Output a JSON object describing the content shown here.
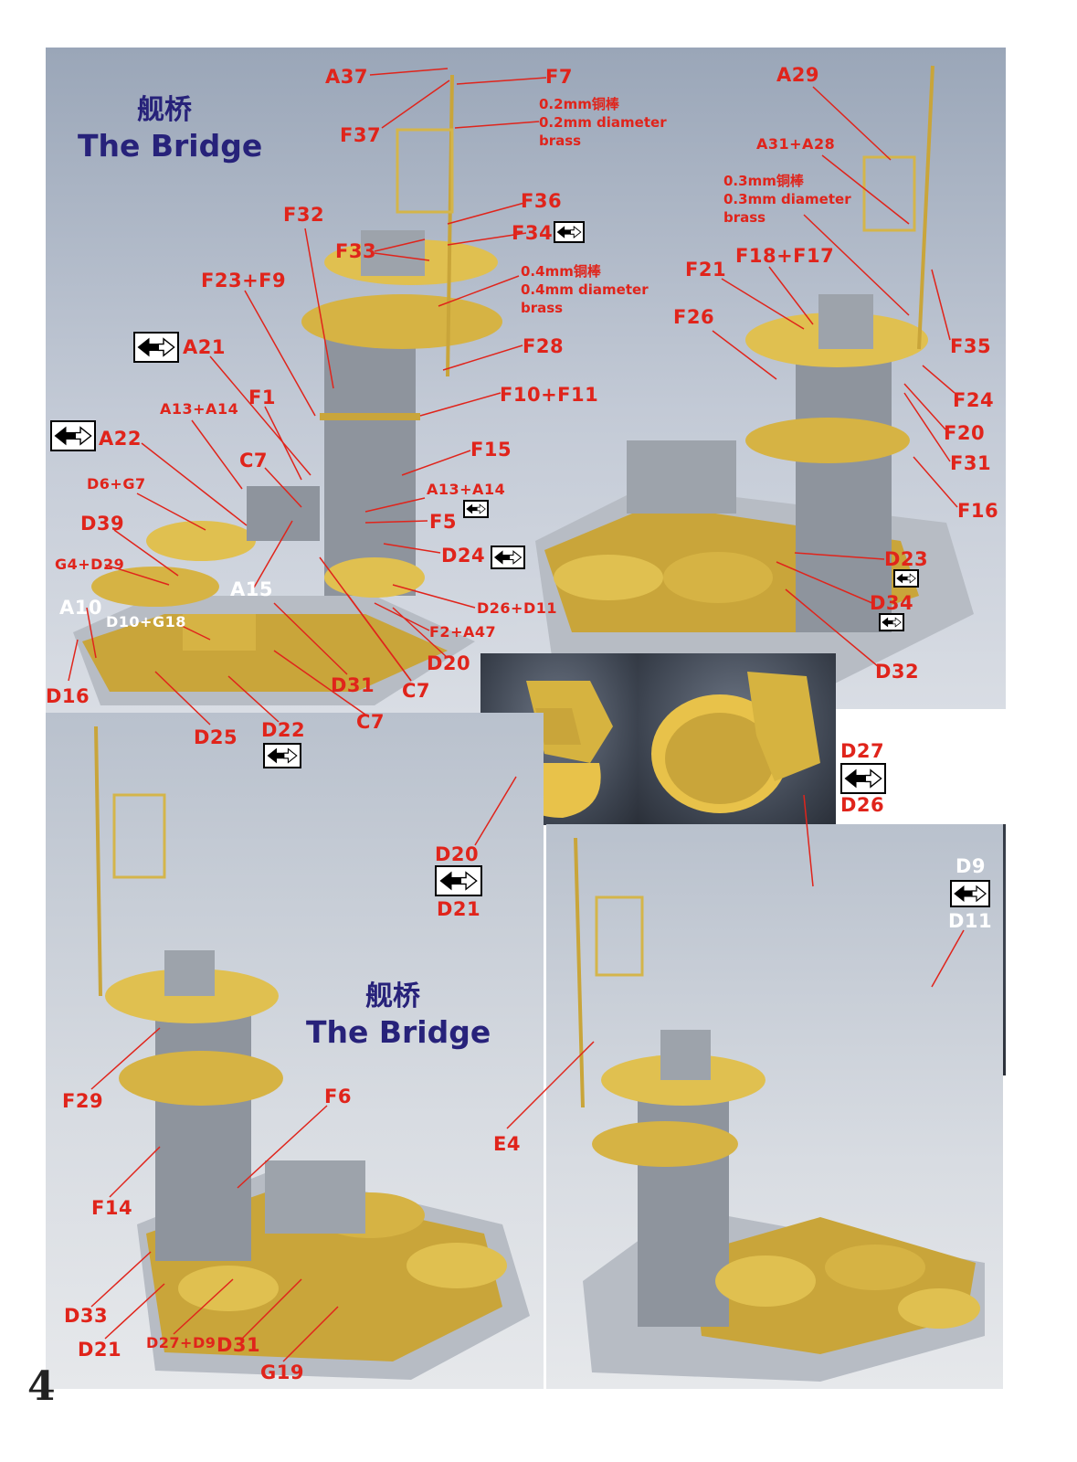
{
  "page_number": "4",
  "titles": {
    "top": {
      "cn": "舰桥",
      "en": "The Bridge"
    },
    "bottom": {
      "cn": "舰桥",
      "en": "The Bridge"
    }
  },
  "notes": {
    "rod_02": [
      "0.2mm铜棒",
      "0.2mm diameter",
      "brass"
    ],
    "rod_04": [
      "0.4mm铜棒",
      "0.4mm diameter",
      "brass"
    ],
    "rod_03": [
      "0.3mm铜棒",
      "0.3mm diameter",
      "brass"
    ]
  },
  "labels": {
    "a37": "A37",
    "f7": "F7",
    "f37": "F37",
    "f32": "F32",
    "f36": "F36",
    "f33": "F33",
    "f34": "F34",
    "f23f9": "F23+F9",
    "a21": "A21",
    "f28": "F28",
    "f1": "F1",
    "a13a14_l": "A13+A14",
    "f10f11": "F10+F11",
    "a22": "A22",
    "c7_a": "C7",
    "f15": "F15",
    "d6g7": "D6+G7",
    "a13a14_r": "A13+A14",
    "d39": "D39",
    "f5": "F5",
    "g4d29": "G4+D29",
    "d24": "D24",
    "a15": "A15",
    "a10": "A10",
    "d10g18": "D10+G18",
    "d26d11": "D26+D11",
    "f2a47": "F2+A47",
    "d20_a": "D20",
    "d16": "D16",
    "d31_a": "D31",
    "c7_b": "C7",
    "d25": "D25",
    "d22": "D22",
    "c7_c": "C7",
    "a29": "A29",
    "a31a28": "A31+A28",
    "f21": "F21",
    "f18f17": "F18+F17",
    "f26": "F26",
    "f35": "F35",
    "f24": "F24",
    "f20": "F20",
    "f31": "F31",
    "f16": "F16",
    "d23": "D23",
    "d34": "D34",
    "d32": "D32",
    "d27": "D27",
    "d26": "D26",
    "d20_b": "D20",
    "d21_a": "D21",
    "d9": "D9",
    "d11": "D11",
    "f29": "F29",
    "f6": "F6",
    "f14": "F14",
    "e4": "E4",
    "d33": "D33",
    "d21_b": "D21",
    "d27d9": "D27+D9",
    "d31_b": "D31",
    "g19": "G19"
  }
}
